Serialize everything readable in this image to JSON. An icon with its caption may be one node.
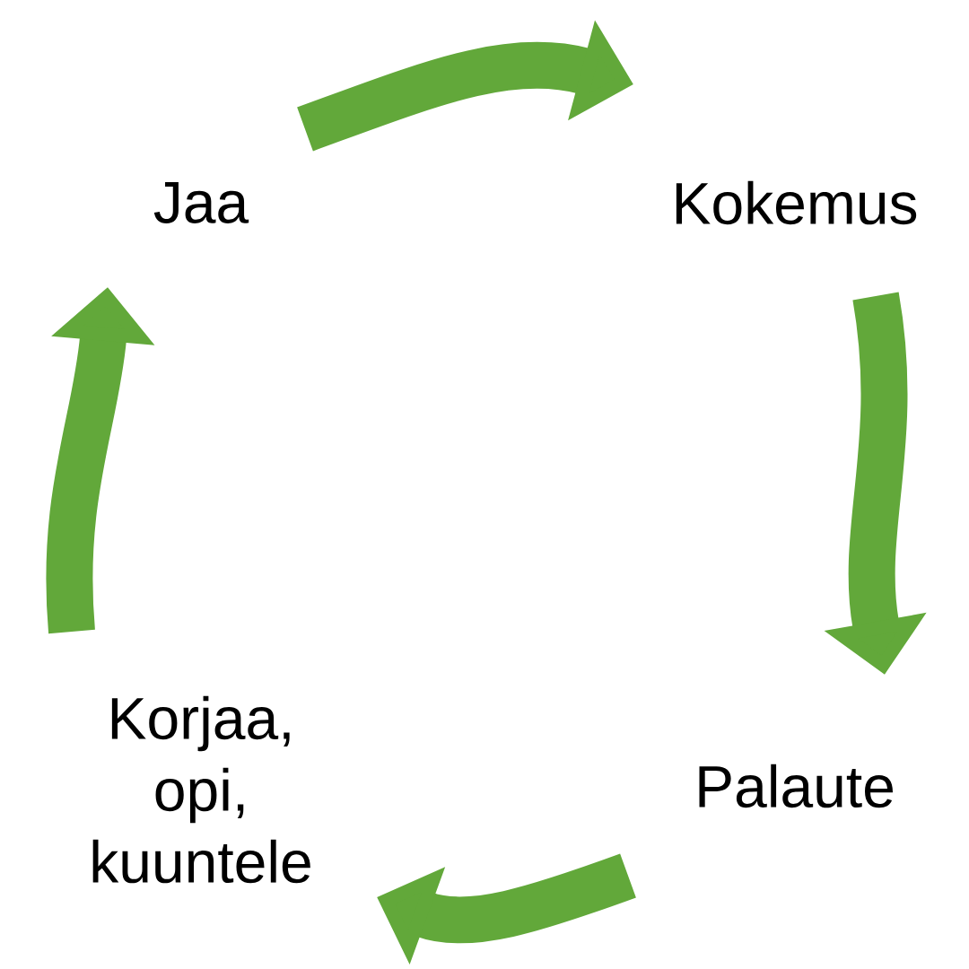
{
  "diagram": {
    "nodes": [
      {
        "text": [
          "Jaa"
        ]
      },
      {
        "text": [
          "Kokemus"
        ]
      },
      {
        "text": [
          "Palaute"
        ]
      },
      {
        "text": [
          "Korjaa, opi, kuuntele"
        ]
      }
    ],
    "edges": [
      {
        "from": 0,
        "to": 1,
        "arrow": "to"
      },
      {
        "from": 1,
        "to": 2,
        "arrow": "to"
      },
      {
        "from": 2,
        "to": 3,
        "arrow": "to"
      },
      {
        "from": 3,
        "to": 0,
        "arrow": "to"
      }
    ]
  }
}
